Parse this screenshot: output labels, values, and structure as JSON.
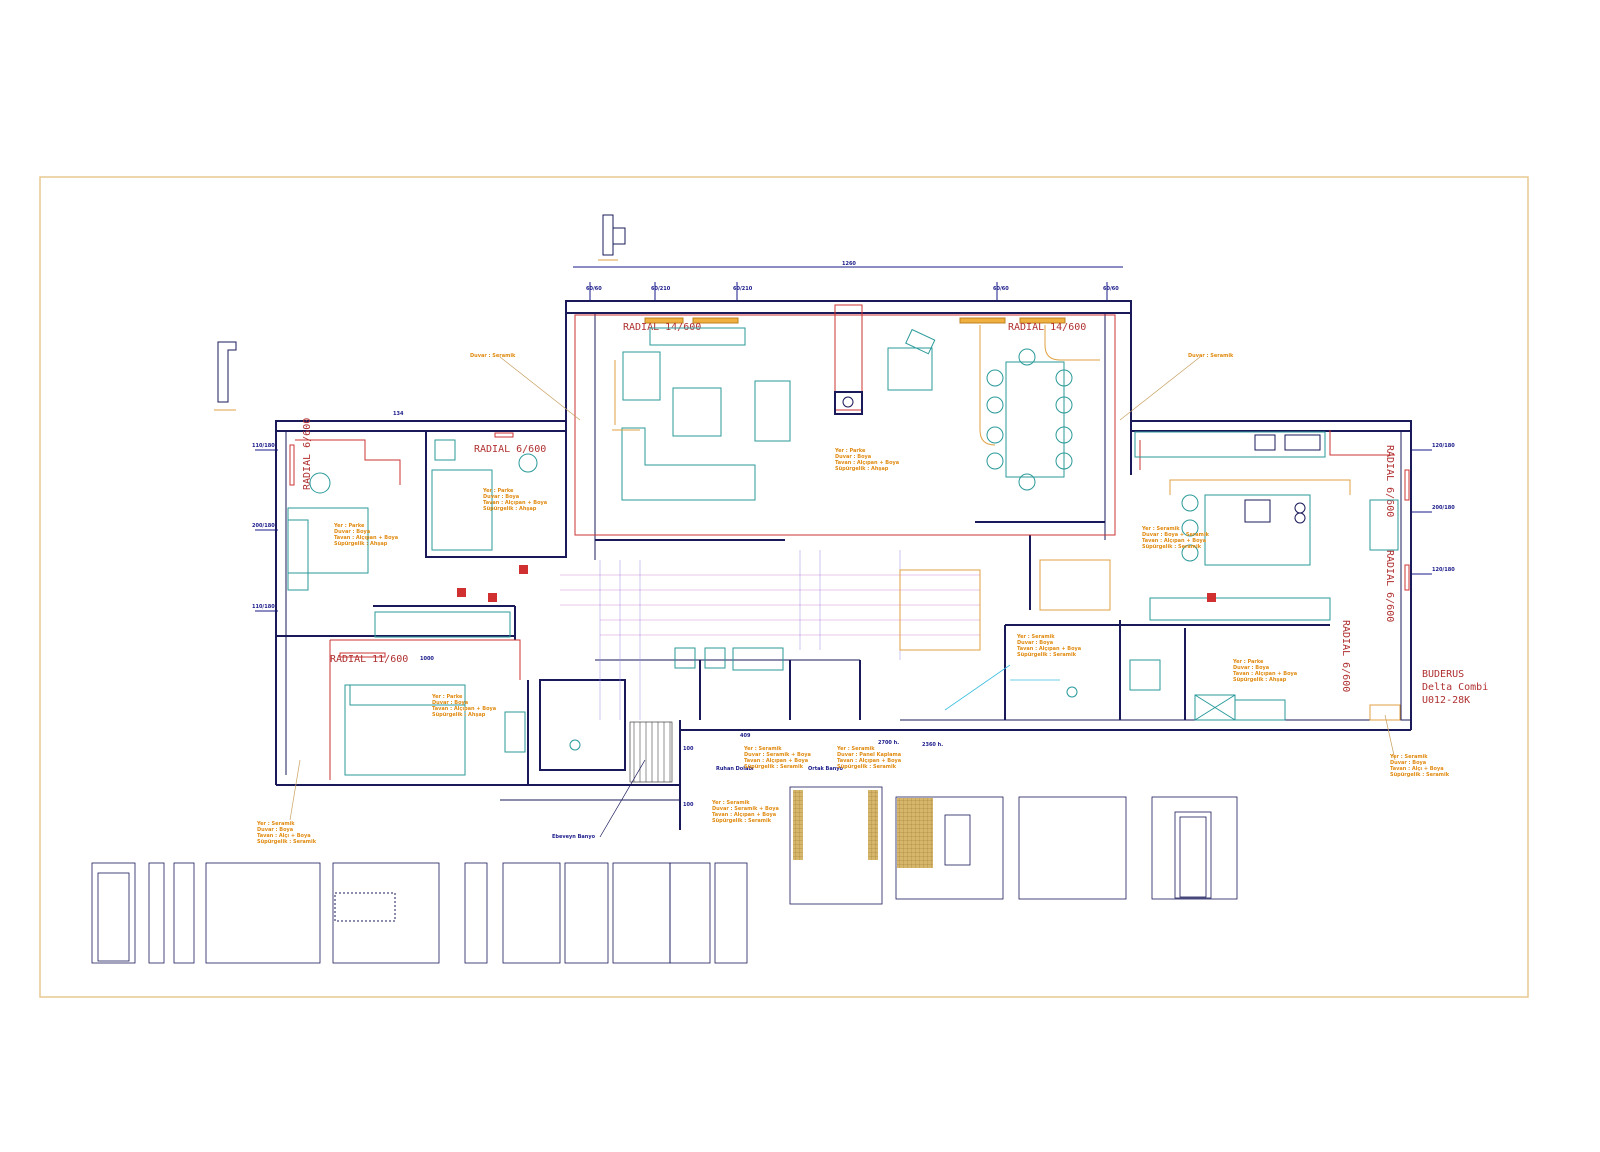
{
  "drawing": {
    "radiators": [
      {
        "label": "RADIAL 14/600"
      },
      {
        "label": "RADIAL 14/600"
      },
      {
        "label": "RADIAL 6/600"
      },
      {
        "label": "RADIAL 6/600"
      },
      {
        "label": "RADIAL 11/600"
      },
      {
        "label": "RADIAL 6/600"
      },
      {
        "label": "RADIAL 6/600"
      },
      {
        "label": "RADIAL 6/600"
      }
    ],
    "boiler": {
      "line1": "BUDERUS",
      "line2": "Delta Combi",
      "line3": "U012-28K"
    },
    "finish_schedules": {
      "living": [
        "Yer : Parke",
        "Duvar : Boya",
        "Tavan : Alçıpan + Boya",
        "Süpürgelik : Ahşap"
      ],
      "bedroom1": [
        "Yer : Parke",
        "Duvar : Boya",
        "Tavan : Alçıpan + Boya",
        "Süpürgelik : Ahşap"
      ],
      "bedroom2": [
        "Yer : Parke",
        "Duvar : Boya",
        "Tavan : Alçıpan + Boya",
        "Süpürgelik : Ahşap"
      ],
      "master": [
        "Yer : Parke",
        "Duvar : Boya",
        "Tavan : Alçıpan + Boya",
        "Süpürgelik : Ahşap"
      ],
      "kitchen": [
        "Yer : Seramik",
        "Duvar : Boya + Seramik",
        "Tavan : Alçıpan + Boya",
        "Süpürgelik : Seramik"
      ],
      "bath1": [
        "Yer : Seramik",
        "Duvar : Seramik + Boya",
        "Tavan : Alçıpan + Boya",
        "Süpürgelik : Seramik"
      ],
      "bath2": [
        "Yer : Seramik",
        "Duvar : Panel Kaplama",
        "Tavan : Alçıpan + Boya",
        "Süpürgelik : Seramik"
      ],
      "wc": [
        "Yer : Seramik",
        "Duvar : Seramik + Boya",
        "Tavan : Alçıpan + Boya",
        "Süpürgelik : Seramik"
      ],
      "hall": [
        "Yer : Seramik",
        "Duvar : Boya",
        "Tavan : Alçıpan + Boya",
        "Süpürgelik : Seramik"
      ],
      "entry": [
        "Yer : Parke",
        "Duvar : Boya",
        "Tavan : Alçıpan + Boya",
        "Süpürgelik : Ahşap"
      ],
      "utility": [
        "Yer : Seramik",
        "Duvar : Boya",
        "Tavan : Alçı + Boya",
        "Süpürgelik : Seramik"
      ],
      "left_bottom": [
        "Yer : Seramik",
        "Duvar : Boya",
        "Tavan : Alçı + Boya",
        "Süpürgelik : Seramik"
      ]
    },
    "callouts": {
      "wall_left": "Duvar : Seramik",
      "wall_right": "Duvar : Seramik",
      "shower": "Ruhan Dolabı",
      "common_bath": "Ortak Banyo",
      "parent_bath": "Ebeveyn Banyo",
      "height1": "2700 h.",
      "height2": "2360 h."
    },
    "dimensions": {
      "overall": "1260",
      "top": [
        "60/60",
        "60/210",
        "60/210",
        "60/60",
        "60/60"
      ],
      "left": [
        "110/180",
        "200/180",
        "110/180"
      ],
      "right": [
        "120/180",
        "200/180",
        "120/180"
      ],
      "misc": [
        "134",
        "1000",
        "409",
        "100",
        "100"
      ]
    }
  }
}
